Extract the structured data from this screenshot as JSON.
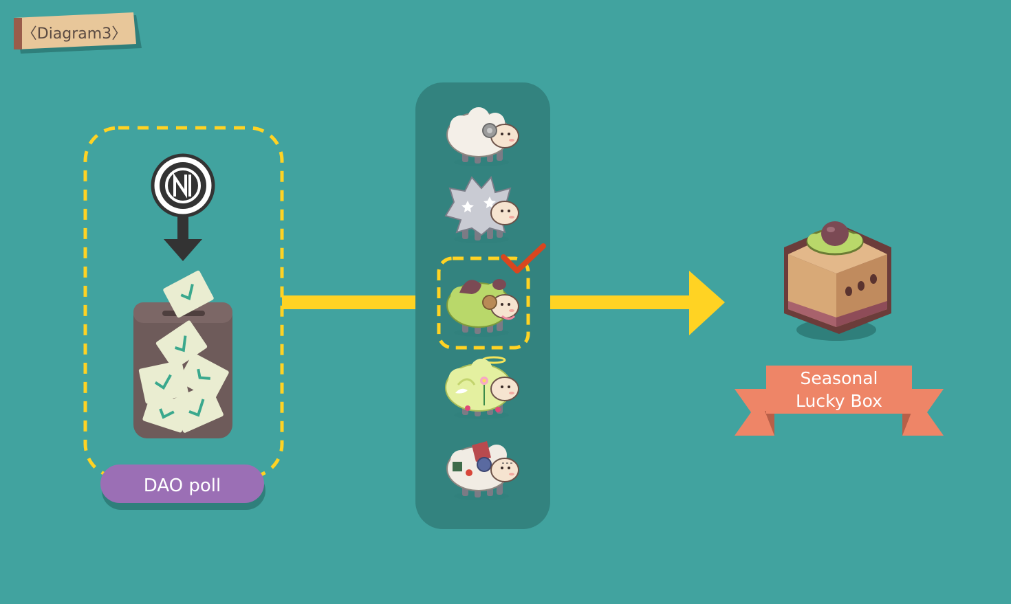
{
  "diagram": {
    "tag": "〈Diagram3〉",
    "poll_label": "DAO poll",
    "reward_label_line1": "Seasonal",
    "reward_label_line2": "Lucky Box"
  },
  "colors": {
    "background": "#41a39f",
    "arrow_yellow": "#ffd323",
    "dashed_yellow": "#ffd323",
    "panel": "#33837f",
    "poll_pill": "#9b6fb5",
    "ribbon": "#ee8567",
    "ballot_box": "#6e5b5a",
    "check_red": "#d8461f",
    "check_green": "#3aa88d"
  },
  "sheep_options": [
    {
      "name": "white-sheep",
      "selected": false
    },
    {
      "name": "silver-star-sheep",
      "selected": false
    },
    {
      "name": "mushroom-moss-sheep",
      "selected": true
    },
    {
      "name": "angel-flower-sheep",
      "selected": false
    },
    {
      "name": "patchwork-sheep",
      "selected": false
    }
  ]
}
